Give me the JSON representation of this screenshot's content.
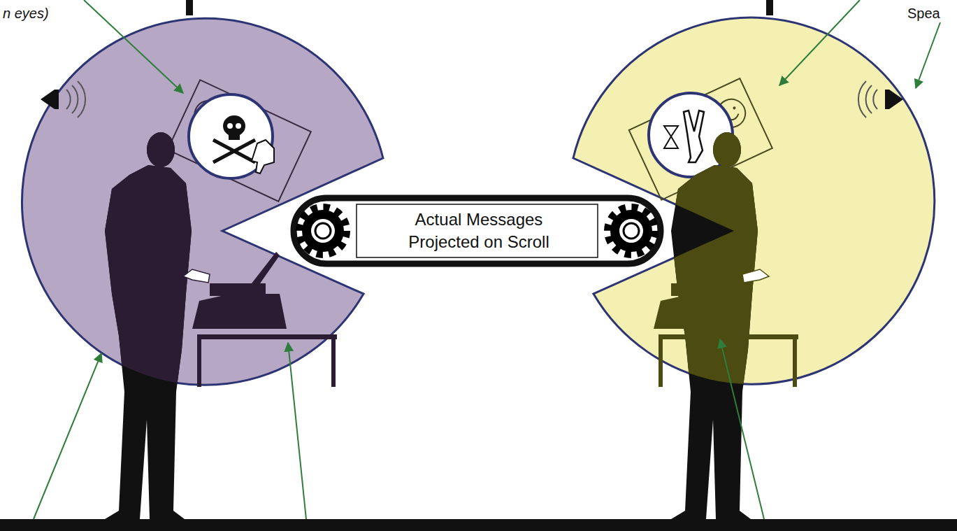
{
  "diagram": {
    "nodes": [
      {
        "text": [
          "Actual Messages Projected on Scroll"
        ]
      }
    ],
    "labels": [
      "n eyes)",
      "Spea"
    ]
  }
}
